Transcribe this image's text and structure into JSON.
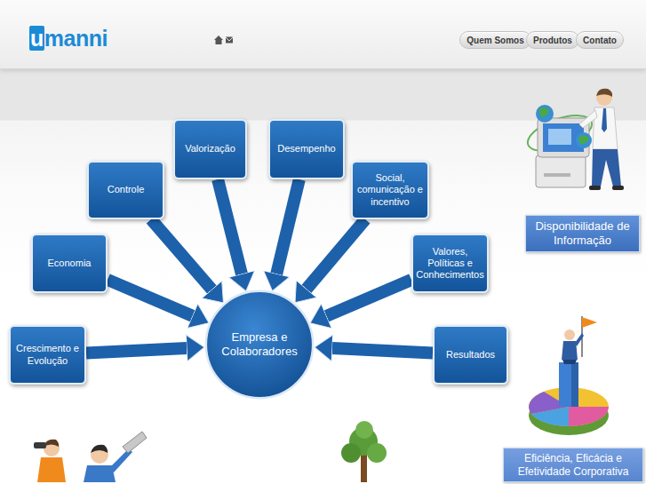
{
  "diagram": {
    "nodes": [
      {
        "text": [
          "Quem Somos"
        ]
      },
      {
        "text": [
          "Produtos"
        ]
      },
      {
        "text": [
          "Contato"
        ]
      },
      {
        "text": [
          "Valorização"
        ]
      },
      {
        "text": [
          "Desempenho"
        ]
      },
      {
        "text": [
          "Controle"
        ]
      },
      {
        "text": [
          "Social, comunicação e incentivo"
        ]
      },
      {
        "text": [
          "Disponibilidade de Informação"
        ]
      },
      {
        "text": [
          "Economia"
        ]
      },
      {
        "text": [
          "Valores, Políticas e Conhecimentos"
        ]
      },
      {
        "text": [
          "Crescimento e Evolução"
        ]
      },
      {
        "text": [
          "Empresa e Colaboradores"
        ]
      },
      {
        "text": [
          "Resultados"
        ]
      },
      {
        "text": [
          "Eficiência, Eficácia e Efetividade Corporativa"
        ]
      }
    ],
    "edges": [
      {
        "from": 3,
        "to": 11,
        "arrow": "to"
      },
      {
        "from": 4,
        "to": 11,
        "arrow": "to"
      },
      {
        "from": 5,
        "to": 11,
        "arrow": "to"
      },
      {
        "from": 6,
        "to": 11,
        "arrow": "to"
      },
      {
        "from": 8,
        "to": 11,
        "arrow": "to"
      },
      {
        "from": 9,
        "to": 11,
        "arrow": "to"
      },
      {
        "from": 10,
        "to": 11,
        "arrow": "to"
      },
      {
        "from": 12,
        "to": 11,
        "arrow": "to"
      }
    ],
    "labels": [
      "umanni"
    ]
  }
}
